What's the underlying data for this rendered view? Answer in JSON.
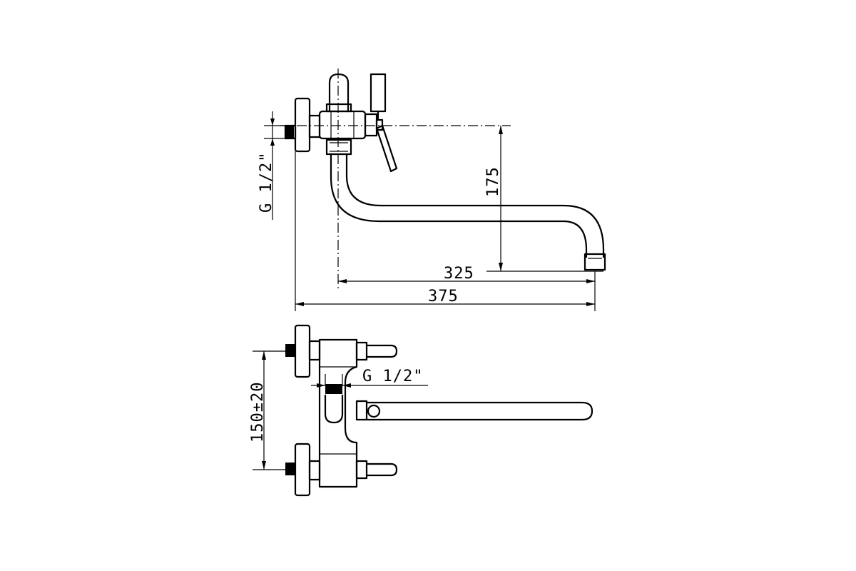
{
  "side_view": {
    "dimensions": {
      "thread_label": "G 1/2\"",
      "height_label": "175",
      "spout_reach_label": "325",
      "overall_length_label": "375"
    }
  },
  "top_view": {
    "dimensions": {
      "centres_label": "150±20",
      "thread_label": "G 1/2\""
    }
  }
}
